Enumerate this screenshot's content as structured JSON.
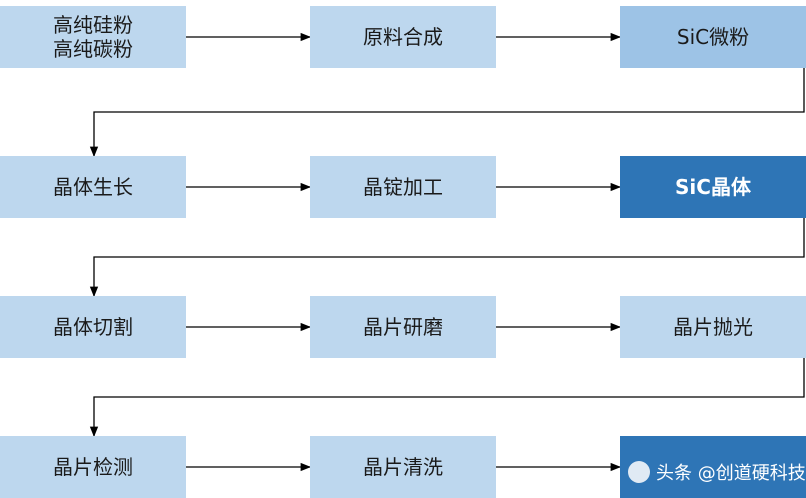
{
  "nodes": [
    {
      "id": "n1",
      "lines": [
        "高纯硅粉",
        "高纯碳粉"
      ],
      "style": "light"
    },
    {
      "id": "n2",
      "lines": [
        "原料合成"
      ],
      "style": "light"
    },
    {
      "id": "n3",
      "lines": [
        "SiC微粉"
      ],
      "style": "mid"
    },
    {
      "id": "n4",
      "lines": [
        "晶体生长"
      ],
      "style": "light"
    },
    {
      "id": "n5",
      "lines": [
        "晶锭加工"
      ],
      "style": "light"
    },
    {
      "id": "n6",
      "lines": [
        "SiC晶体"
      ],
      "style": "dark"
    },
    {
      "id": "n7",
      "lines": [
        "晶体切割"
      ],
      "style": "light"
    },
    {
      "id": "n8",
      "lines": [
        "晶片研磨"
      ],
      "style": "light"
    },
    {
      "id": "n9",
      "lines": [
        "晶片抛光"
      ],
      "style": "light"
    },
    {
      "id": "n10",
      "lines": [
        "晶片检测"
      ],
      "style": "light"
    },
    {
      "id": "n11",
      "lines": [
        "晶片清洗"
      ],
      "style": "light"
    },
    {
      "id": "n12",
      "lines": [],
      "style": "dark"
    }
  ],
  "edges": [
    [
      "n1",
      "n2"
    ],
    [
      "n2",
      "n3"
    ],
    [
      "n3",
      "n4"
    ],
    [
      "n4",
      "n5"
    ],
    [
      "n5",
      "n6"
    ],
    [
      "n6",
      "n7"
    ],
    [
      "n7",
      "n8"
    ],
    [
      "n8",
      "n9"
    ],
    [
      "n9",
      "n10"
    ],
    [
      "n10",
      "n11"
    ],
    [
      "n11",
      "n12"
    ]
  ],
  "watermark": {
    "text": "头条 @创道硬科技"
  },
  "colors": {
    "light": "#bdd7ee",
    "mid": "#9dc3e6",
    "dark": "#2e75b6",
    "arrow": "#000000"
  }
}
